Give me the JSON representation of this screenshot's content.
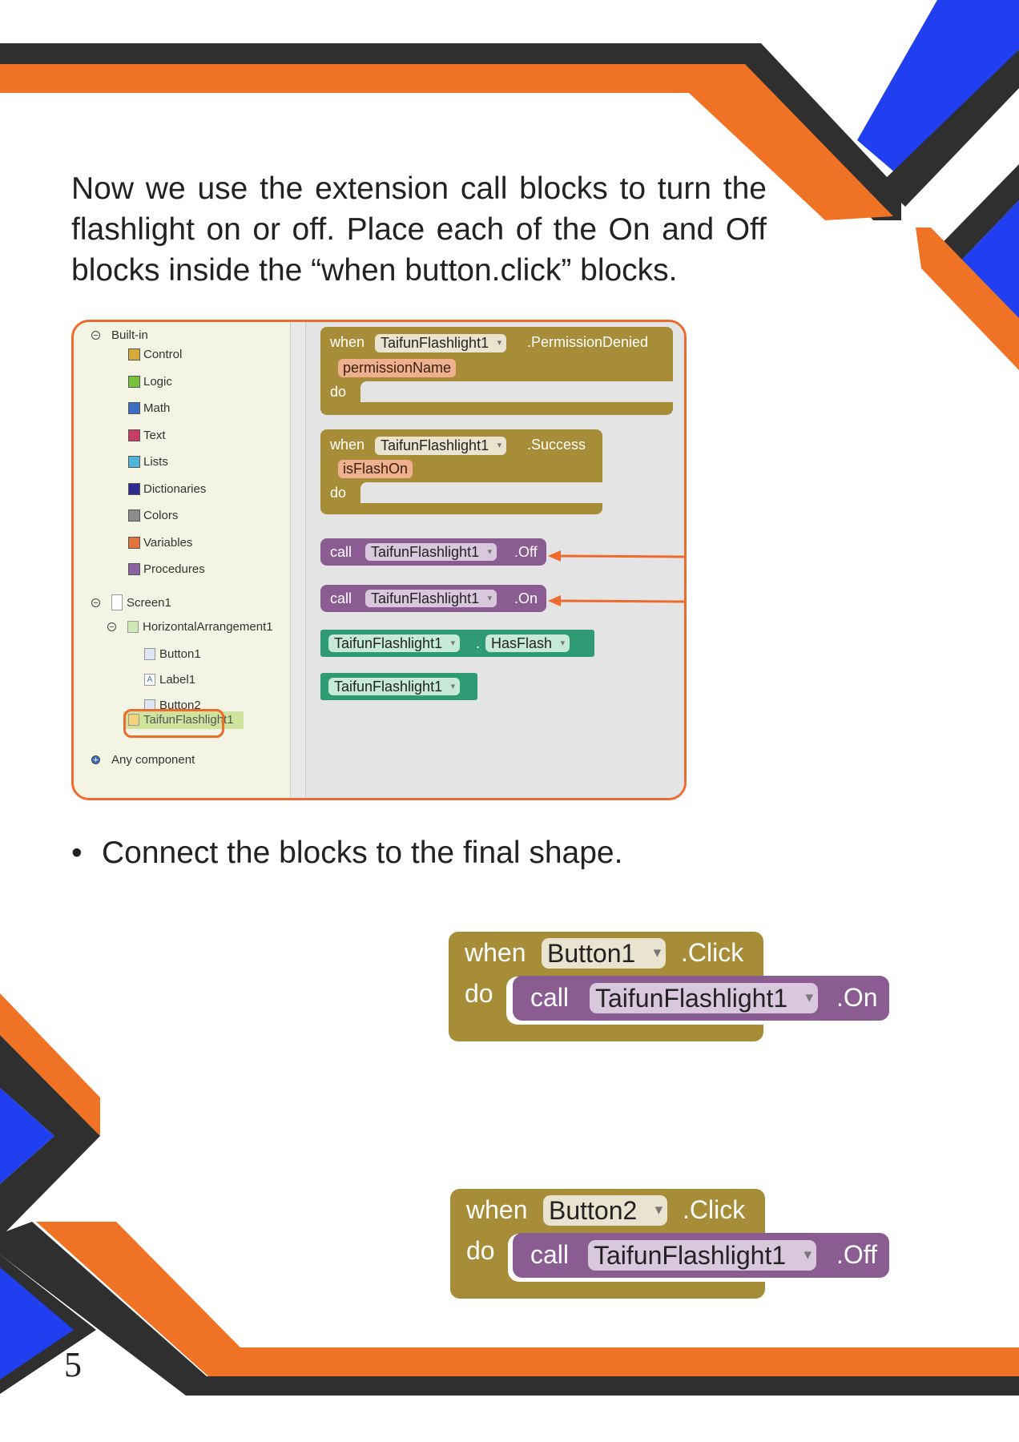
{
  "intro_lines": [
    "Now we use the extension call blocks to turn the",
    "flashlight on or off. Place each of the On and Off",
    "blocks inside the “when button.click” blocks."
  ],
  "bullet_text": "Connect the blocks to the final shape.",
  "bullet_symbol": "•",
  "page_number": "5",
  "colors": {
    "orange": "#f07224",
    "dark": "#2f2f2f",
    "blue": "#1f3ff0",
    "block_gold": "#a88d38",
    "block_purple": "#8a5c92",
    "block_teal": "#2e9b74"
  },
  "screenshot": {
    "tree": {
      "builtin": "Built-in",
      "categories": [
        {
          "label": "Control",
          "color": "#d5ac3a"
        },
        {
          "label": "Logic",
          "color": "#78c13b"
        },
        {
          "label": "Math",
          "color": "#3b6ec4"
        },
        {
          "label": "Text",
          "color": "#c93c6a"
        },
        {
          "label": "Lists",
          "color": "#4fb5d8"
        },
        {
          "label": "Dictionaries",
          "color": "#2d2b8f"
        },
        {
          "label": "Colors",
          "color": "#8c8c8c"
        },
        {
          "label": "Variables",
          "color": "#e2733b"
        },
        {
          "label": "Procedures",
          "color": "#8c62a2"
        }
      ],
      "screen": "Screen1",
      "arrangement": "HorizontalArrangement1",
      "components": [
        "Button1",
        "Label1",
        "Button2"
      ],
      "extension": "TaifunFlashlight1",
      "any_component": "Any component"
    },
    "blocks": {
      "when": "when",
      "do": "do",
      "call": "call",
      "component": "TaifunFlashlight1",
      "permission_event": ".PermissionDenied",
      "permission_param": "permissionName",
      "success_event": ".Success",
      "success_param": "isFlashOn",
      "off_method": ".Off",
      "on_method": ".On",
      "dot": ".",
      "property": "HasFlash"
    }
  },
  "final": {
    "block1": {
      "when": "when",
      "button": "Button1",
      "event": ".Click",
      "do": "do",
      "call": "call",
      "component": "TaifunFlashlight1",
      "method": ".On"
    },
    "block2": {
      "when": "when",
      "button": "Button2",
      "event": ".Click",
      "do": "do",
      "call": "call",
      "component": "TaifunFlashlight1",
      "method": ".Off"
    }
  }
}
